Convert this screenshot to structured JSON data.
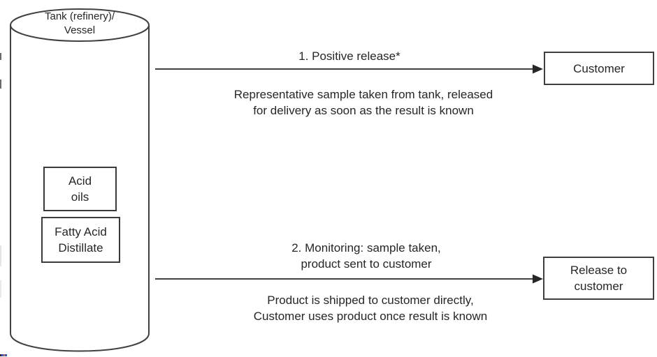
{
  "diagram": {
    "tank": {
      "label": "Tank (refinery)/\nVessel",
      "boxes": [
        {
          "label": "Acid\noils"
        },
        {
          "label": "Fatty Acid\nDistillate"
        }
      ]
    },
    "flows": [
      {
        "step_label": "1. Positive release*",
        "description": "Representative sample taken from tank, released\nfor delivery as soon as the result is known",
        "target_label": "Customer"
      },
      {
        "step_label": "2. Monitoring: sample taken,\nproduct sent to customer",
        "description": "Product is shipped to customer directly,\nCustomer uses product once result is known",
        "target_label": "Release to customer"
      }
    ],
    "colors": {
      "line": "#404040",
      "text": "#262626",
      "background": "#ffffff"
    }
  }
}
